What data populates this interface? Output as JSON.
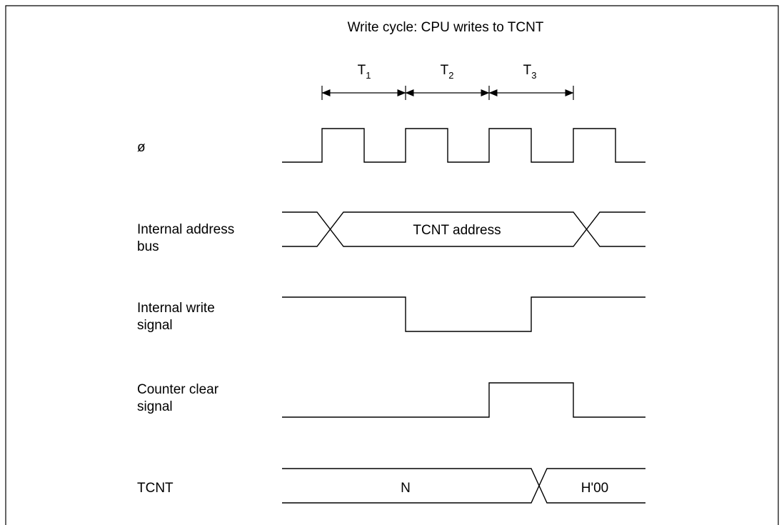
{
  "title": "Write cycle: CPU writes to TCNT",
  "periods": [
    {
      "main": "T",
      "sub": "1"
    },
    {
      "main": "T",
      "sub": "2"
    },
    {
      "main": "T",
      "sub": "3"
    }
  ],
  "signals": {
    "clock": {
      "label_lines": [
        "ø"
      ]
    },
    "address_bus": {
      "label_lines": [
        "Internal address",
        "bus"
      ],
      "value": "TCNT address"
    },
    "write_signal": {
      "label_lines": [
        "Internal write",
        "signal"
      ]
    },
    "clear_signal": {
      "label_lines": [
        "Counter clear",
        "signal"
      ]
    },
    "tcnt": {
      "label_lines": [
        "TCNT"
      ],
      "value_before": "N",
      "value_after": "H'00"
    }
  }
}
